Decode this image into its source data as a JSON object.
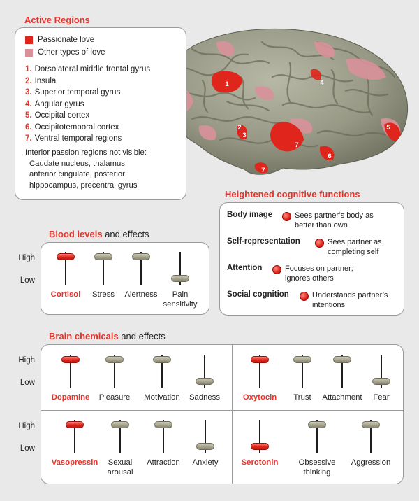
{
  "active_regions": {
    "title": "Active Regions",
    "legend": [
      {
        "label": "Passionate love",
        "color": "#e0251c"
      },
      {
        "label": "Other types of love",
        "color": "#d9909a"
      }
    ],
    "regions": [
      {
        "num": "1.",
        "name": "Dorsolateral middle frontal gyrus"
      },
      {
        "num": "2.",
        "name": "Insula"
      },
      {
        "num": "3.",
        "name": "Superior temporal gyrus"
      },
      {
        "num": "4.",
        "name": "Angular gyrus"
      },
      {
        "num": "5.",
        "name": "Occipital cortex"
      },
      {
        "num": "6.",
        "name": "Occipitotemporal cortex"
      },
      {
        "num": "7.",
        "name": "Ventral temporal regions"
      }
    ],
    "note_lead": "Interior passion regions not visible:",
    "note_lines": [
      "Caudate nucleus, thalamus,",
      "anterior cingulate, posterior",
      "hippocampus, precentral gyrus"
    ]
  },
  "brain_markers": [
    "1",
    "2",
    "3",
    "4",
    "5",
    "6",
    "7",
    "7"
  ],
  "cognitive": {
    "title": "Heightened cognitive functions",
    "items": [
      {
        "term": "Body image",
        "desc_lines": [
          "Sees partner’s body as",
          "better than own"
        ]
      },
      {
        "term": "Self-representation",
        "desc_lines": [
          "Sees partner as",
          "completing self"
        ]
      },
      {
        "term": "Attention",
        "desc_lines": [
          "Focuses on partner;",
          "ignores others"
        ]
      },
      {
        "term": "Social cognition",
        "desc_lines": [
          "Understands partner’s",
          "intentions"
        ]
      }
    ]
  },
  "blood": {
    "title_red": "Blood levels",
    "title_rest": " and effects",
    "high_label": "High",
    "low_label": "Low",
    "gauges": [
      {
        "label_lines": [
          "Cortisol"
        ],
        "level": "high",
        "highlight": true
      },
      {
        "label_lines": [
          "Stress"
        ],
        "level": "high",
        "highlight": false
      },
      {
        "label_lines": [
          "Alertness"
        ],
        "level": "high",
        "highlight": false
      },
      {
        "label_lines": [
          "Pain",
          "sensitivity"
        ],
        "level": "low",
        "highlight": false
      }
    ]
  },
  "chemicals": {
    "title_red": "Brain chemicals",
    "title_rest": " and effects",
    "high_label": "High",
    "low_label": "Low",
    "groups": [
      {
        "gauges": [
          {
            "label_lines": [
              "Dopamine"
            ],
            "level": "high",
            "highlight": true
          },
          {
            "label_lines": [
              "Pleasure"
            ],
            "level": "high",
            "highlight": false
          },
          {
            "label_lines": [
              "Motivation"
            ],
            "level": "high",
            "highlight": false
          },
          {
            "label_lines": [
              "Sadness"
            ],
            "level": "low",
            "highlight": false
          }
        ]
      },
      {
        "gauges": [
          {
            "label_lines": [
              "Oxytocin"
            ],
            "level": "high",
            "highlight": true
          },
          {
            "label_lines": [
              "Trust"
            ],
            "level": "high",
            "highlight": false
          },
          {
            "label_lines": [
              "Attachment"
            ],
            "level": "high",
            "highlight": false
          },
          {
            "label_lines": [
              "Fear"
            ],
            "level": "low",
            "highlight": false
          }
        ]
      },
      {
        "gauges": [
          {
            "label_lines": [
              "Vasopressin"
            ],
            "level": "high",
            "highlight": true
          },
          {
            "label_lines": [
              "Sexual",
              "arousal"
            ],
            "level": "high",
            "highlight": false
          },
          {
            "label_lines": [
              "Attraction"
            ],
            "level": "high",
            "highlight": false
          },
          {
            "label_lines": [
              "Anxiety"
            ],
            "level": "low",
            "highlight": false
          }
        ]
      },
      {
        "gauges": [
          {
            "label_lines": [
              "Serotonin"
            ],
            "level": "low",
            "highlight": true
          },
          {
            "label_lines": [
              "Obsessive",
              "thinking"
            ],
            "level": "high",
            "highlight": false
          },
          {
            "label_lines": [
              "Aggression"
            ],
            "level": "high",
            "highlight": false
          }
        ]
      }
    ]
  }
}
